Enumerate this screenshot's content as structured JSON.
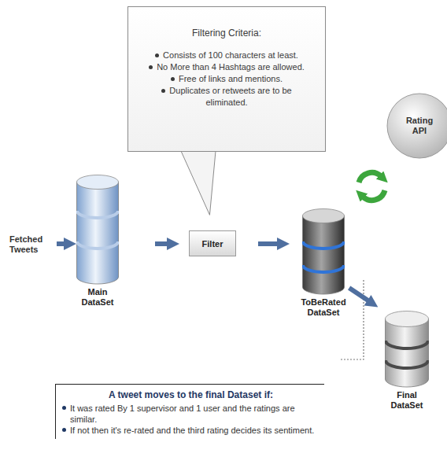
{
  "diagram": {
    "nodes": [
      {
        "text": [
          "Filtering Criteria:",
          "Consists of 100 characters at least.",
          "No More than 4 Hashtags are allowed.",
          "Free of links and mentions.",
          "Duplicates or retweets are to be eliminated."
        ]
      },
      {
        "text": [
          "Rating API"
        ]
      },
      {
        "text": [
          "Main DataSet"
        ]
      },
      {
        "text": [
          "Filter"
        ]
      },
      {
        "text": [
          "ToBeRated DataSet"
        ]
      },
      {
        "text": [
          "Final DataSet"
        ]
      },
      {
        "text": [
          "A tweet moves to the final Dataset if:",
          "It was rated By 1 supervisor and 1 user and the ratings are similar.",
          "If not then it's re-rated and the third rating decides its sentiment."
        ]
      }
    ],
    "edges": [
      {
        "from": 0,
        "to": 3,
        "arrow": "none"
      },
      {
        "from": 2,
        "to": 3,
        "arrow": "to"
      },
      {
        "from": 3,
        "to": 4,
        "arrow": "to"
      },
      {
        "from": 4,
        "to": 5,
        "arrow": "to"
      }
    ],
    "labels": [
      "Fetched Tweets"
    ]
  }
}
